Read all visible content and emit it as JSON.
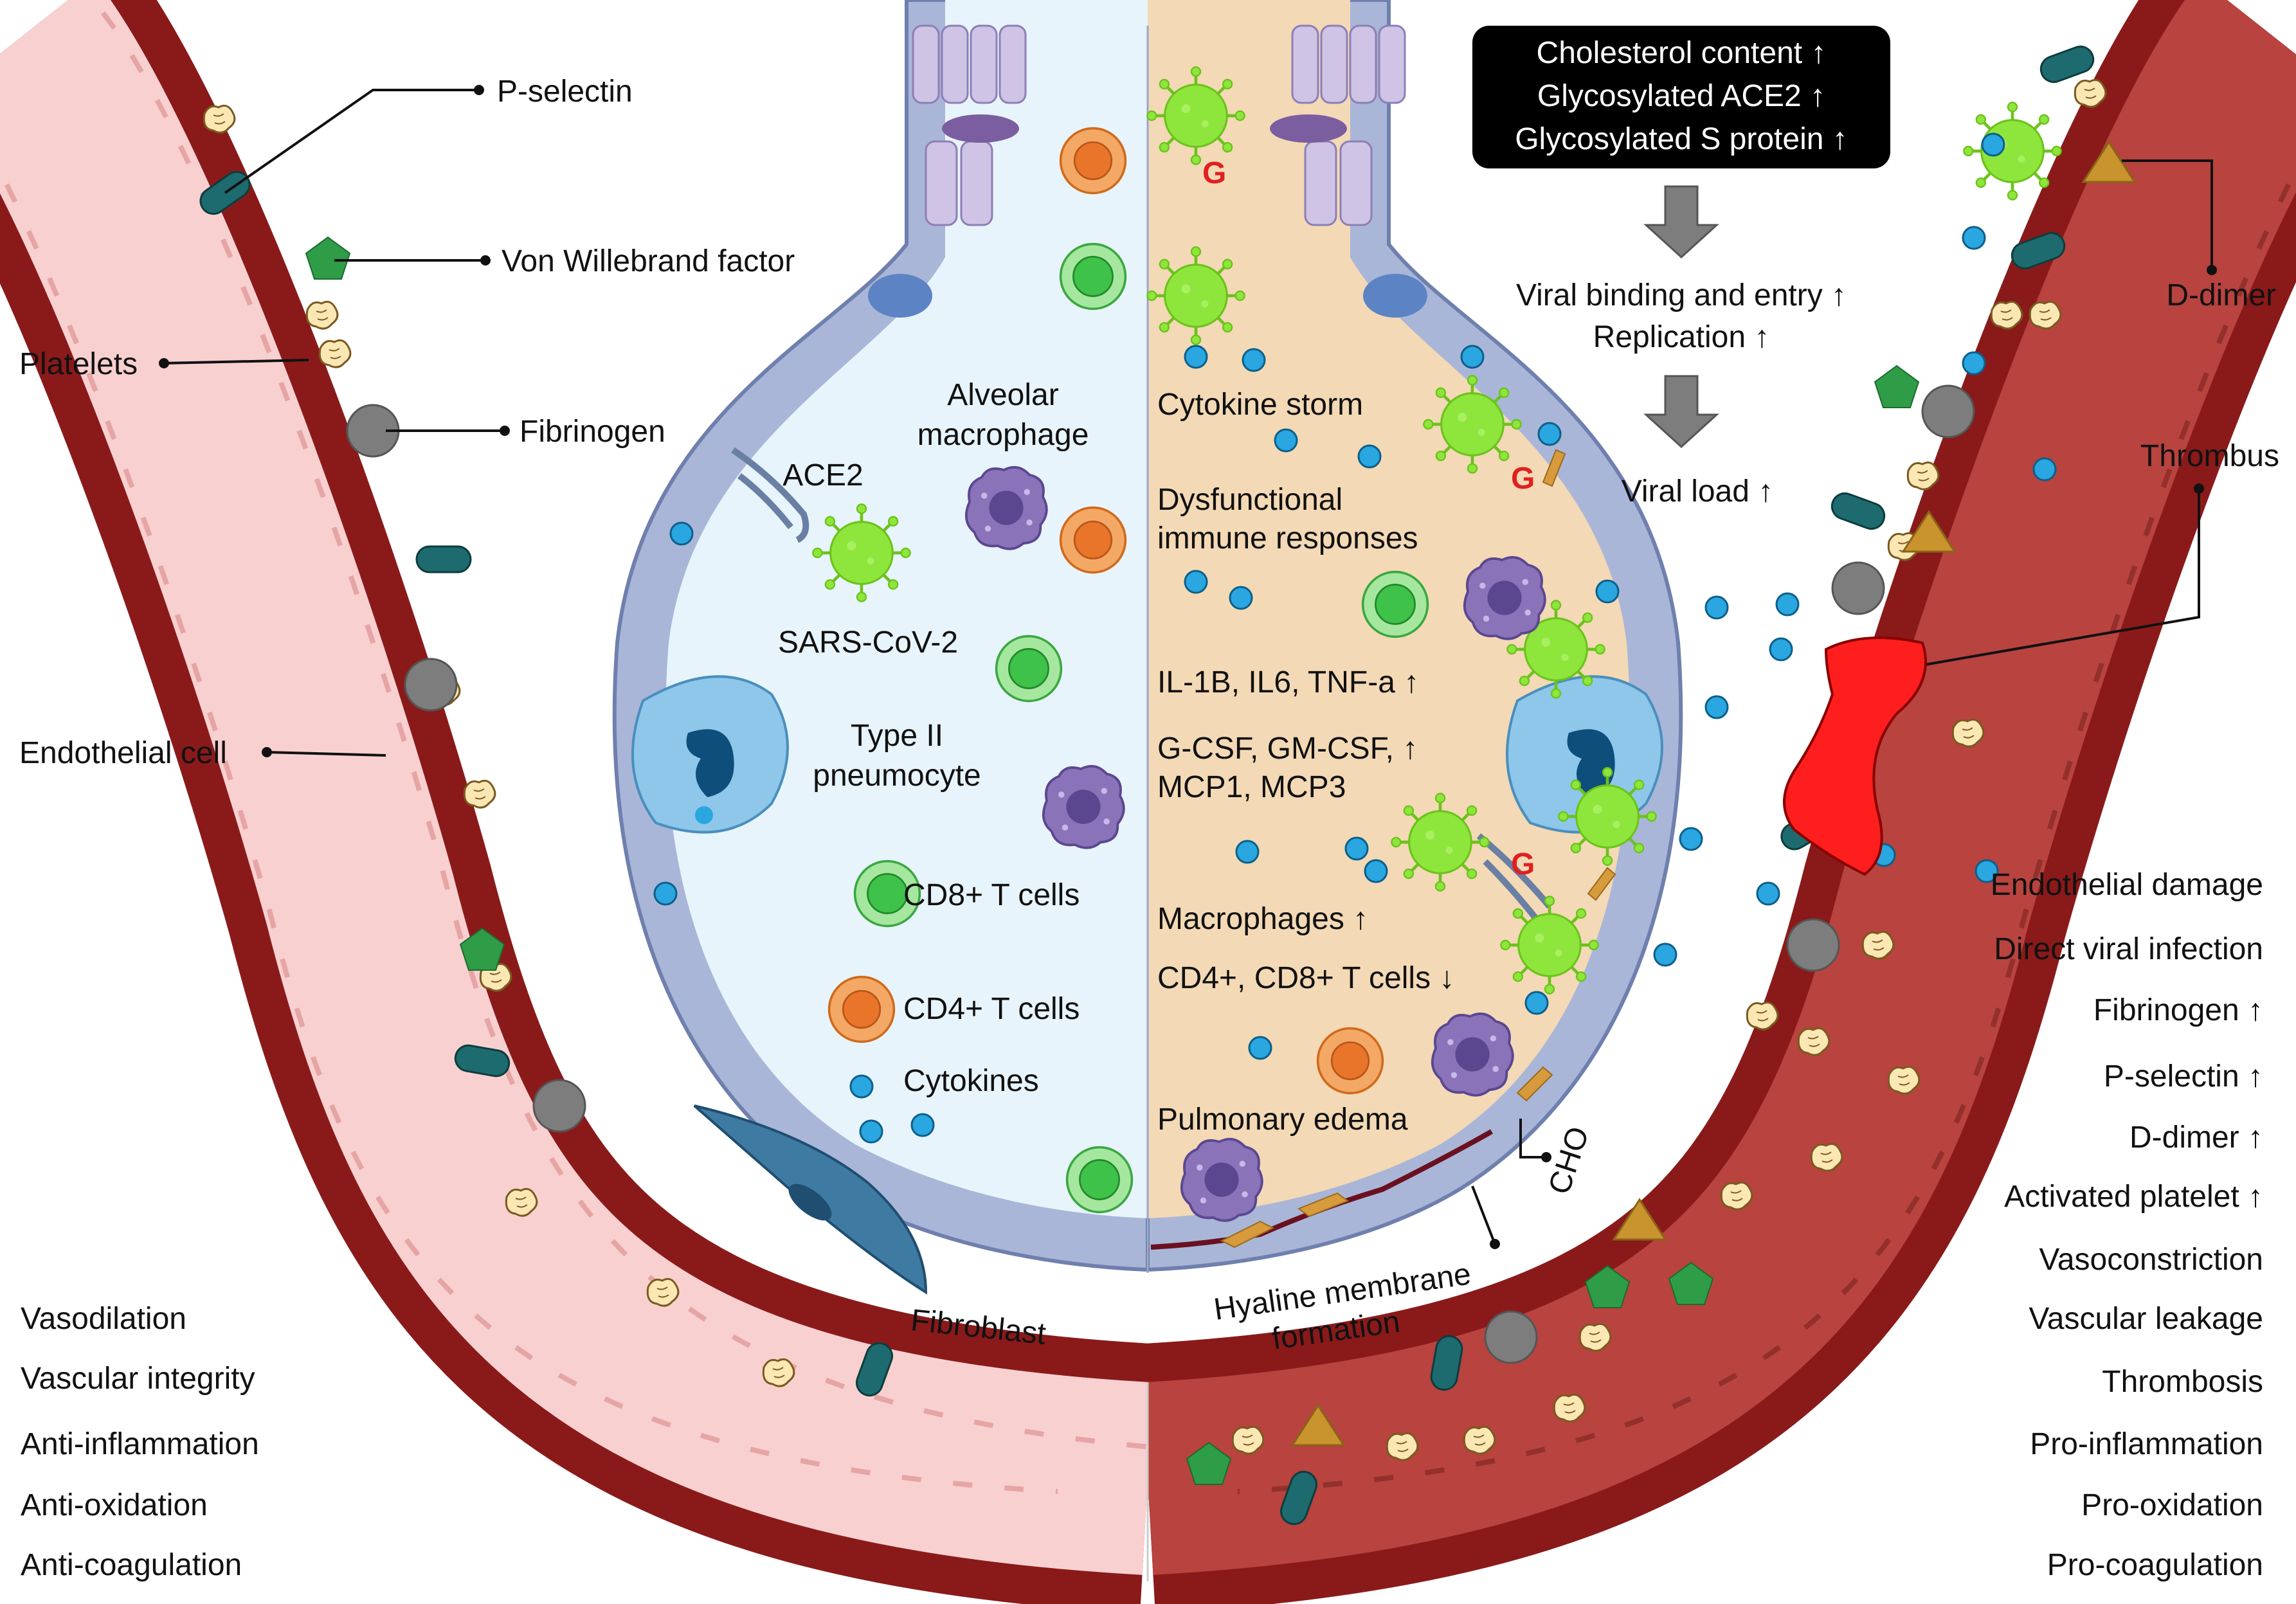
{
  "colors": {
    "vessel_wall": "#8a1a1a",
    "vessel_lumen_healthy": "#f9d0d0",
    "vessel_lumen_diseased": "#b8433f",
    "alveolus_healthy_fill": "#e8f4fb",
    "alveolus_diseased_fill": "#f3d9b5",
    "alveolar_wall": "#a9b6d8",
    "virus": "#8ee63c",
    "cytokine": "#2aa6e0",
    "thrombus": "#ff1e1e",
    "cd4": "#f08a38",
    "cd8": "#4dc45a",
    "macrophage": "#8a73b8",
    "vwf": "#2f9c47",
    "selectin": "#1d6b6e",
    "fibrinogen": "#7d7d7d",
    "ddimer": "#c9932d"
  },
  "icons": [
    "virus-icon",
    "cytokine-icon",
    "platelet-icon",
    "vwf-pentagon-icon",
    "selectin-capsule-icon",
    "fibrinogen-sphere-icon",
    "ddimer-triangle-icon",
    "macrophage-icon",
    "t-cell-icon",
    "thrombus-icon",
    "arrow-down-icon"
  ],
  "info_box": {
    "lines": [
      "Cholesterol content ↑",
      "Glycosylated ACE2 ↑",
      "Glycosylated S protein ↑"
    ]
  },
  "flow": {
    "step1": "Viral binding and entry ↑",
    "step2": "Replication ↑",
    "step3": "Viral load ↑"
  },
  "left_vessel_labels": {
    "p_selectin": "P-selectin",
    "vwf": "Von Willebrand factor",
    "platelets": "Platelets",
    "fibrinogen": "Fibrinogen",
    "endothelial": "Endothelial cell"
  },
  "left_effects": [
    "Vasodilation",
    "Vascular integrity",
    "Anti-inflammation",
    "Anti-oxidation",
    "Anti-coagulation"
  ],
  "right_vessel_labels": {
    "ddimer": "D-dimer",
    "thrombus": "Thrombus"
  },
  "right_effects": [
    "Endothelial damage",
    "Direct viral infection",
    "Fibrinogen ↑",
    "P-selectin ↑",
    "D-dimer ↑",
    "Activated platelet ↑",
    "Vasoconstriction",
    "Vascular leakage",
    "Thrombosis",
    "Pro-inflammation",
    "Pro-oxidation",
    "Pro-coagulation"
  ],
  "healthy_alveolus": {
    "alveolar_macrophage": [
      "Alveolar",
      "macrophage"
    ],
    "ace2": "ACE2",
    "sars": "SARS-CoV-2",
    "type2": [
      "Type II",
      "pneumocyte"
    ],
    "cd8": "CD8+ T cells",
    "cd4": "CD4+ T cells",
    "cytokines": "Cytokines",
    "fibroblast": "Fibroblast"
  },
  "diseased_alveolus": {
    "cytokine_storm": "Cytokine storm",
    "dysfunctional": [
      "Dysfunctional",
      "immune responses"
    ],
    "il": "IL-1B, IL6, TNF-a ↑",
    "gcsf": [
      "G-CSF, GM-CSF, ↑",
      "MCP1, MCP3"
    ],
    "macrophages": "Macrophages ↑",
    "tcells": "CD4+, CD8+ T cells ↓",
    "edema": "Pulmonary edema",
    "hyaline": [
      "Hyaline membrane",
      "formation"
    ],
    "cho": "CHO",
    "glyco_marker": "G"
  }
}
